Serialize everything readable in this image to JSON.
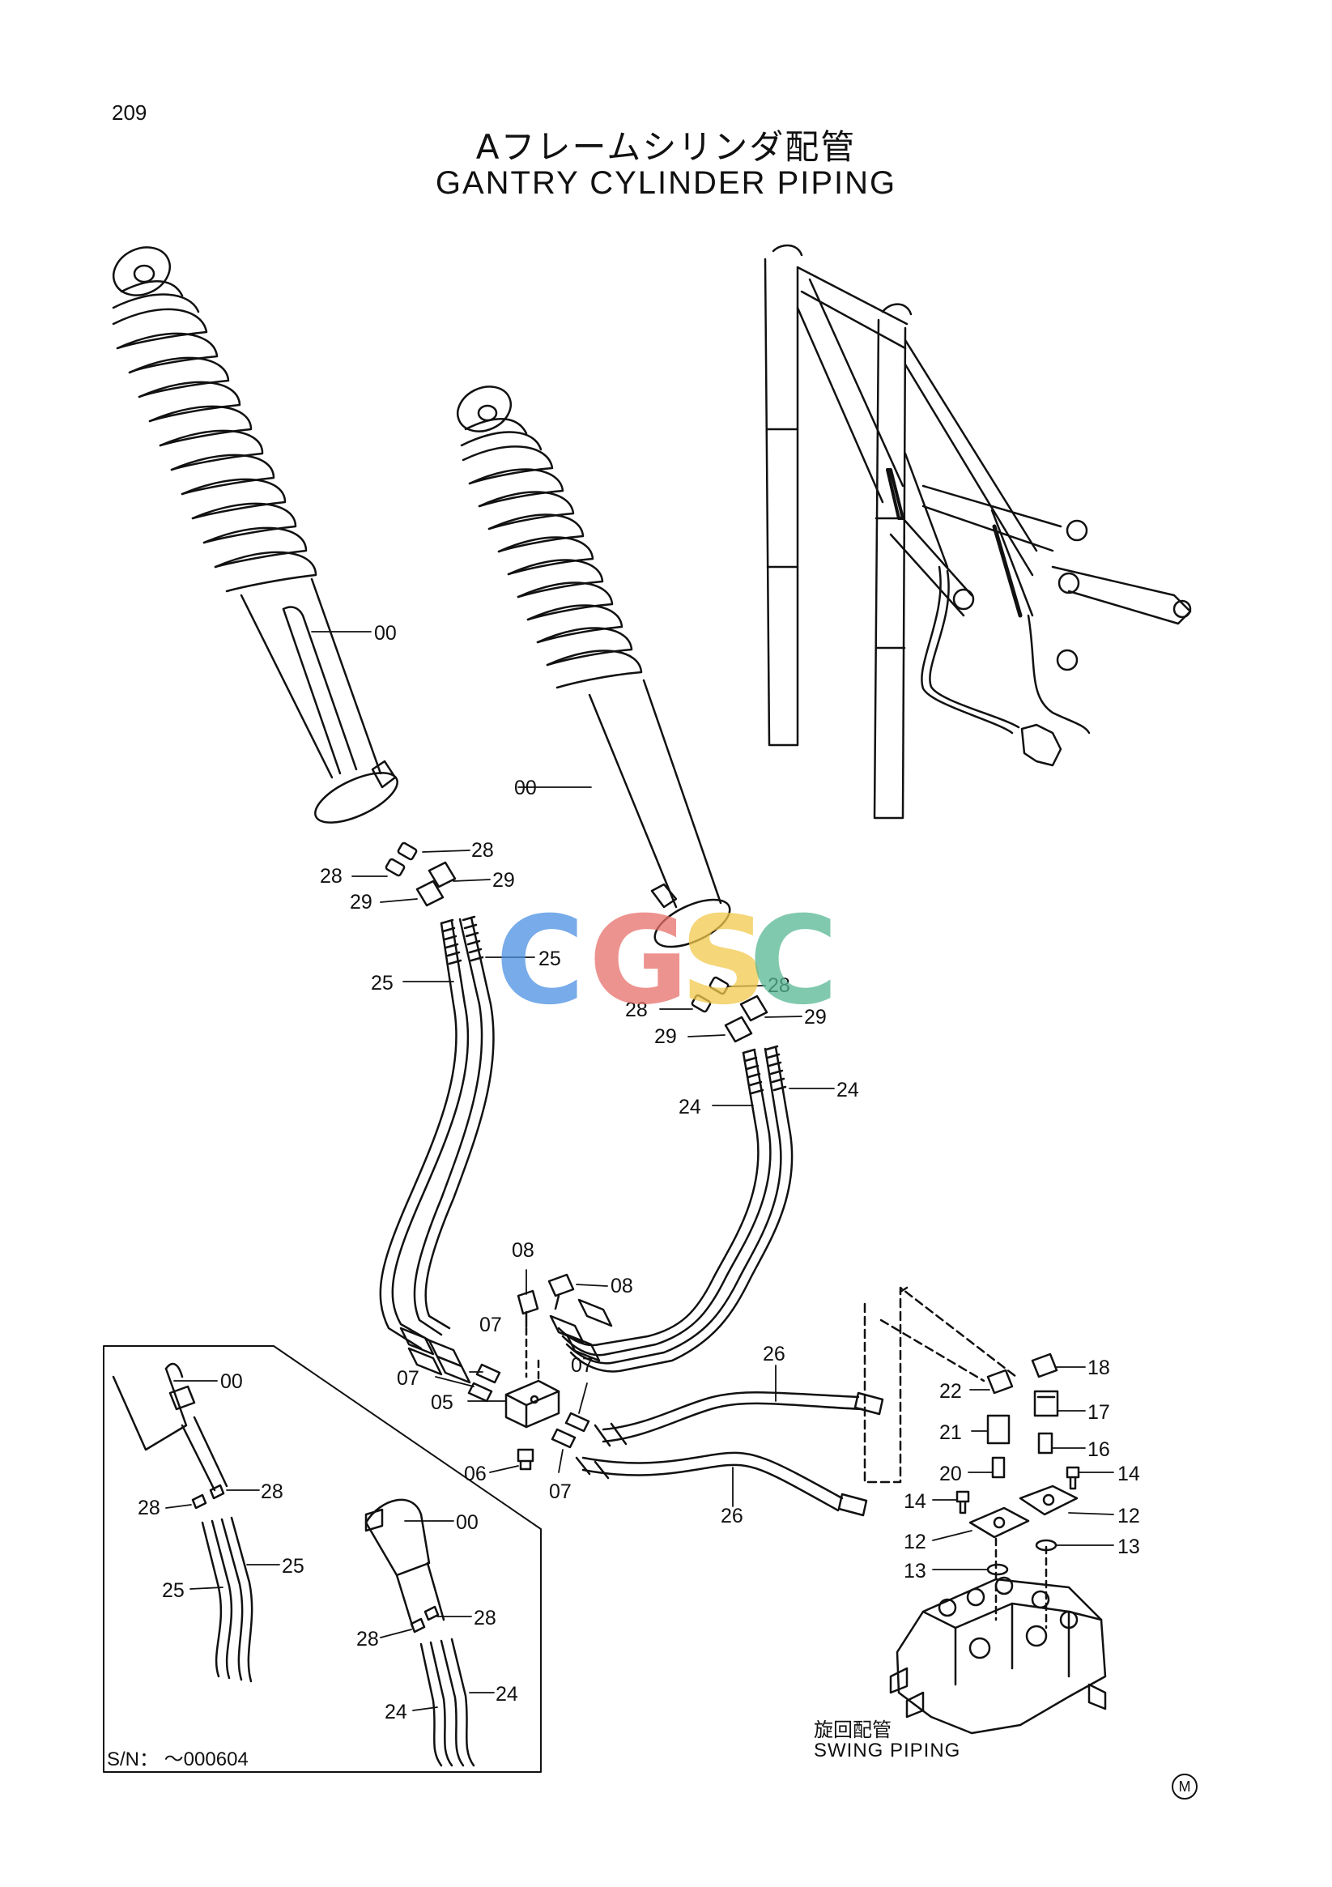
{
  "page_number": "209",
  "title_jp": "Aフレームシリンダ配管",
  "title_en": "GANTRY CYLINDER PIPING",
  "watermark": {
    "letters": [
      "C",
      "G",
      "S",
      "C"
    ],
    "colors": [
      "#4a90e2",
      "#e8706a",
      "#f2c94c",
      "#57b894"
    ]
  },
  "serial_note": "S/N： ～000604",
  "swing_jp": "旋回配管",
  "swing_en": "SWING PIPING",
  "mark": "M",
  "part_labels": {
    "p00": "00",
    "p05": "05",
    "p06": "06",
    "p07": "07",
    "p08": "08",
    "p12": "12",
    "p13": "13",
    "p14": "14",
    "p16": "16",
    "p17": "17",
    "p18": "18",
    "p20": "20",
    "p21": "21",
    "p22": "22",
    "p24": "24",
    "p25": "25",
    "p26": "26",
    "p28": "28",
    "p29": "29"
  }
}
